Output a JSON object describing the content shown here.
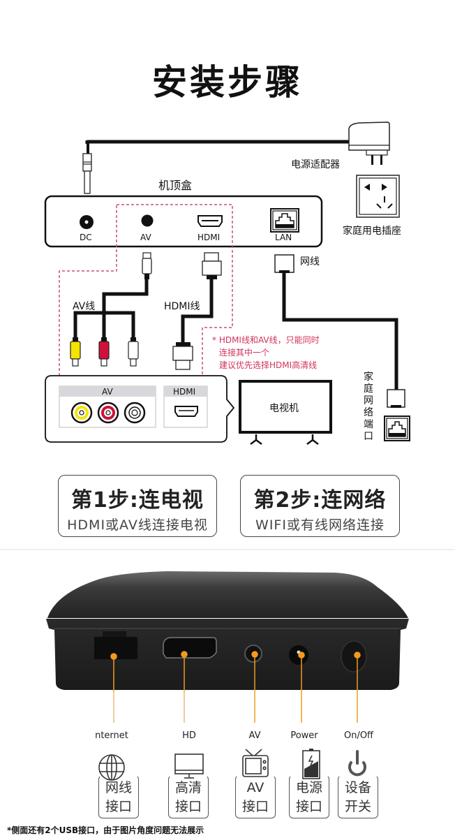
{
  "header": {
    "title": "安装步骤"
  },
  "diagram": {
    "stb_label": "机顶盒",
    "ports": {
      "dc": "DC",
      "av": "AV",
      "hdmi": "HDMI",
      "lan": "LAN"
    },
    "power_adapter_label": "电源适配器",
    "wall_socket_label": "家庭用电插座",
    "network_cable_label": "网线",
    "av_cable_label": "AV线",
    "hdmi_cable_label": "HDMI线",
    "note_lines": [
      "* HDMI线和AV线，只能同时",
      "连接其中一个",
      "建议优先选择HDMI高清线"
    ],
    "tv_panel": {
      "av_header": "AV",
      "hdmi_header": "HDMI"
    },
    "tv_label": "电视机",
    "home_network_port_label": [
      "家",
      "庭",
      "网",
      "络",
      "端",
      "口"
    ],
    "colors": {
      "note_red": "#d0335a",
      "av_yellow": "#f5e400",
      "av_red": "#d0103a",
      "dashed": "#c9506f"
    }
  },
  "steps": [
    {
      "title": "第1步:连电视",
      "subtitle": "HDMI或AV线连接电视"
    },
    {
      "title": "第2步:连网络",
      "subtitle": "WIFI或有线网络连接"
    }
  ],
  "device_ports": [
    {
      "en": "nternet",
      "cn_line1": "网线",
      "cn_line2": "接口",
      "icon": "globe-icon"
    },
    {
      "en": "HD",
      "cn_line1": "高清",
      "cn_line2": "接口",
      "icon": "monitor-icon"
    },
    {
      "en": "AV",
      "cn_line1": "AV",
      "cn_line2": "接口",
      "icon": "tv-icon"
    },
    {
      "en": "Power",
      "cn_line1": "电源",
      "cn_line2": "接口",
      "icon": "battery-icon"
    },
    {
      "en": "On/Off",
      "cn_line1": "设备",
      "cn_line2": "开关",
      "icon": "power-icon"
    }
  ],
  "accent_orange": "#f39a1e",
  "footnote": "*侧面还有2个USB接口，由于图片角度问题无法展示"
}
